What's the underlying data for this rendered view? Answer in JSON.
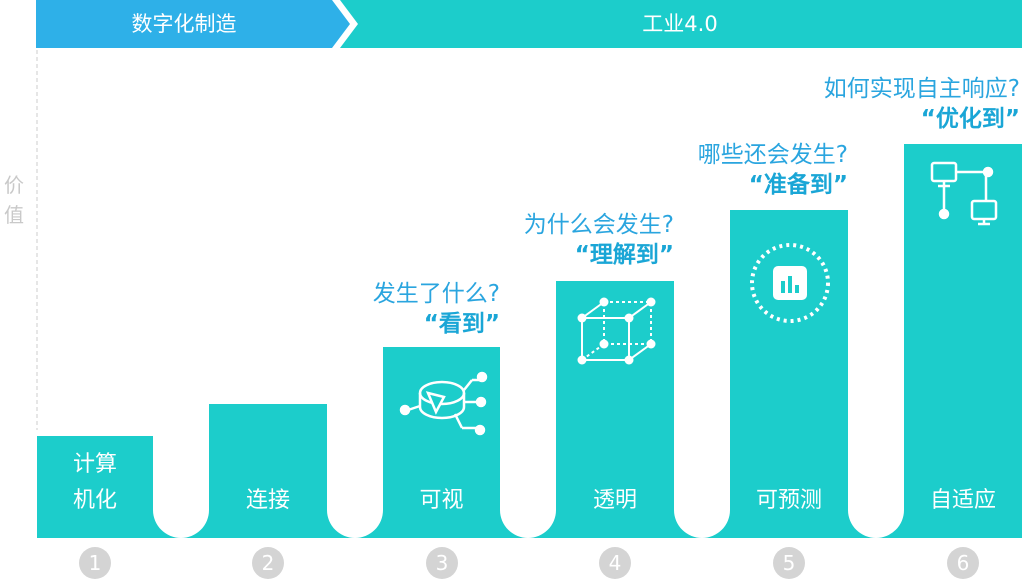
{
  "banner": {
    "left_label": "数字化制造",
    "right_label": "工业4.0",
    "left_color": "#2eb0e8",
    "right_color": "#1ccdcb"
  },
  "y_axis_label": "价值",
  "bar_color": "#1ccdcb",
  "stages": [
    {
      "label_line1": "计算",
      "label_line2": "机化",
      "step": "1",
      "question": "",
      "answer": "",
      "icon": ""
    },
    {
      "label_line1": "",
      "label_line2": "连接",
      "step": "2",
      "question": "",
      "answer": "",
      "icon": ""
    },
    {
      "label_line1": "",
      "label_line2": "可视",
      "step": "3",
      "question": "发生了什么?",
      "answer": "“看到”",
      "icon": "sensor-network-icon"
    },
    {
      "label_line1": "",
      "label_line2": "透明",
      "step": "4",
      "question": "为什么会发生?",
      "answer": "“理解到”",
      "icon": "cube-icon"
    },
    {
      "label_line1": "",
      "label_line2": "可预测",
      "step": "5",
      "question": "哪些还会发生?",
      "answer": "“准备到”",
      "icon": "forecast-chart-icon"
    },
    {
      "label_line1": "",
      "label_line2": "自适应",
      "step": "6",
      "question": "如何实现自主响应?",
      "answer": "“优化到”",
      "icon": "network-monitors-icon"
    }
  ]
}
